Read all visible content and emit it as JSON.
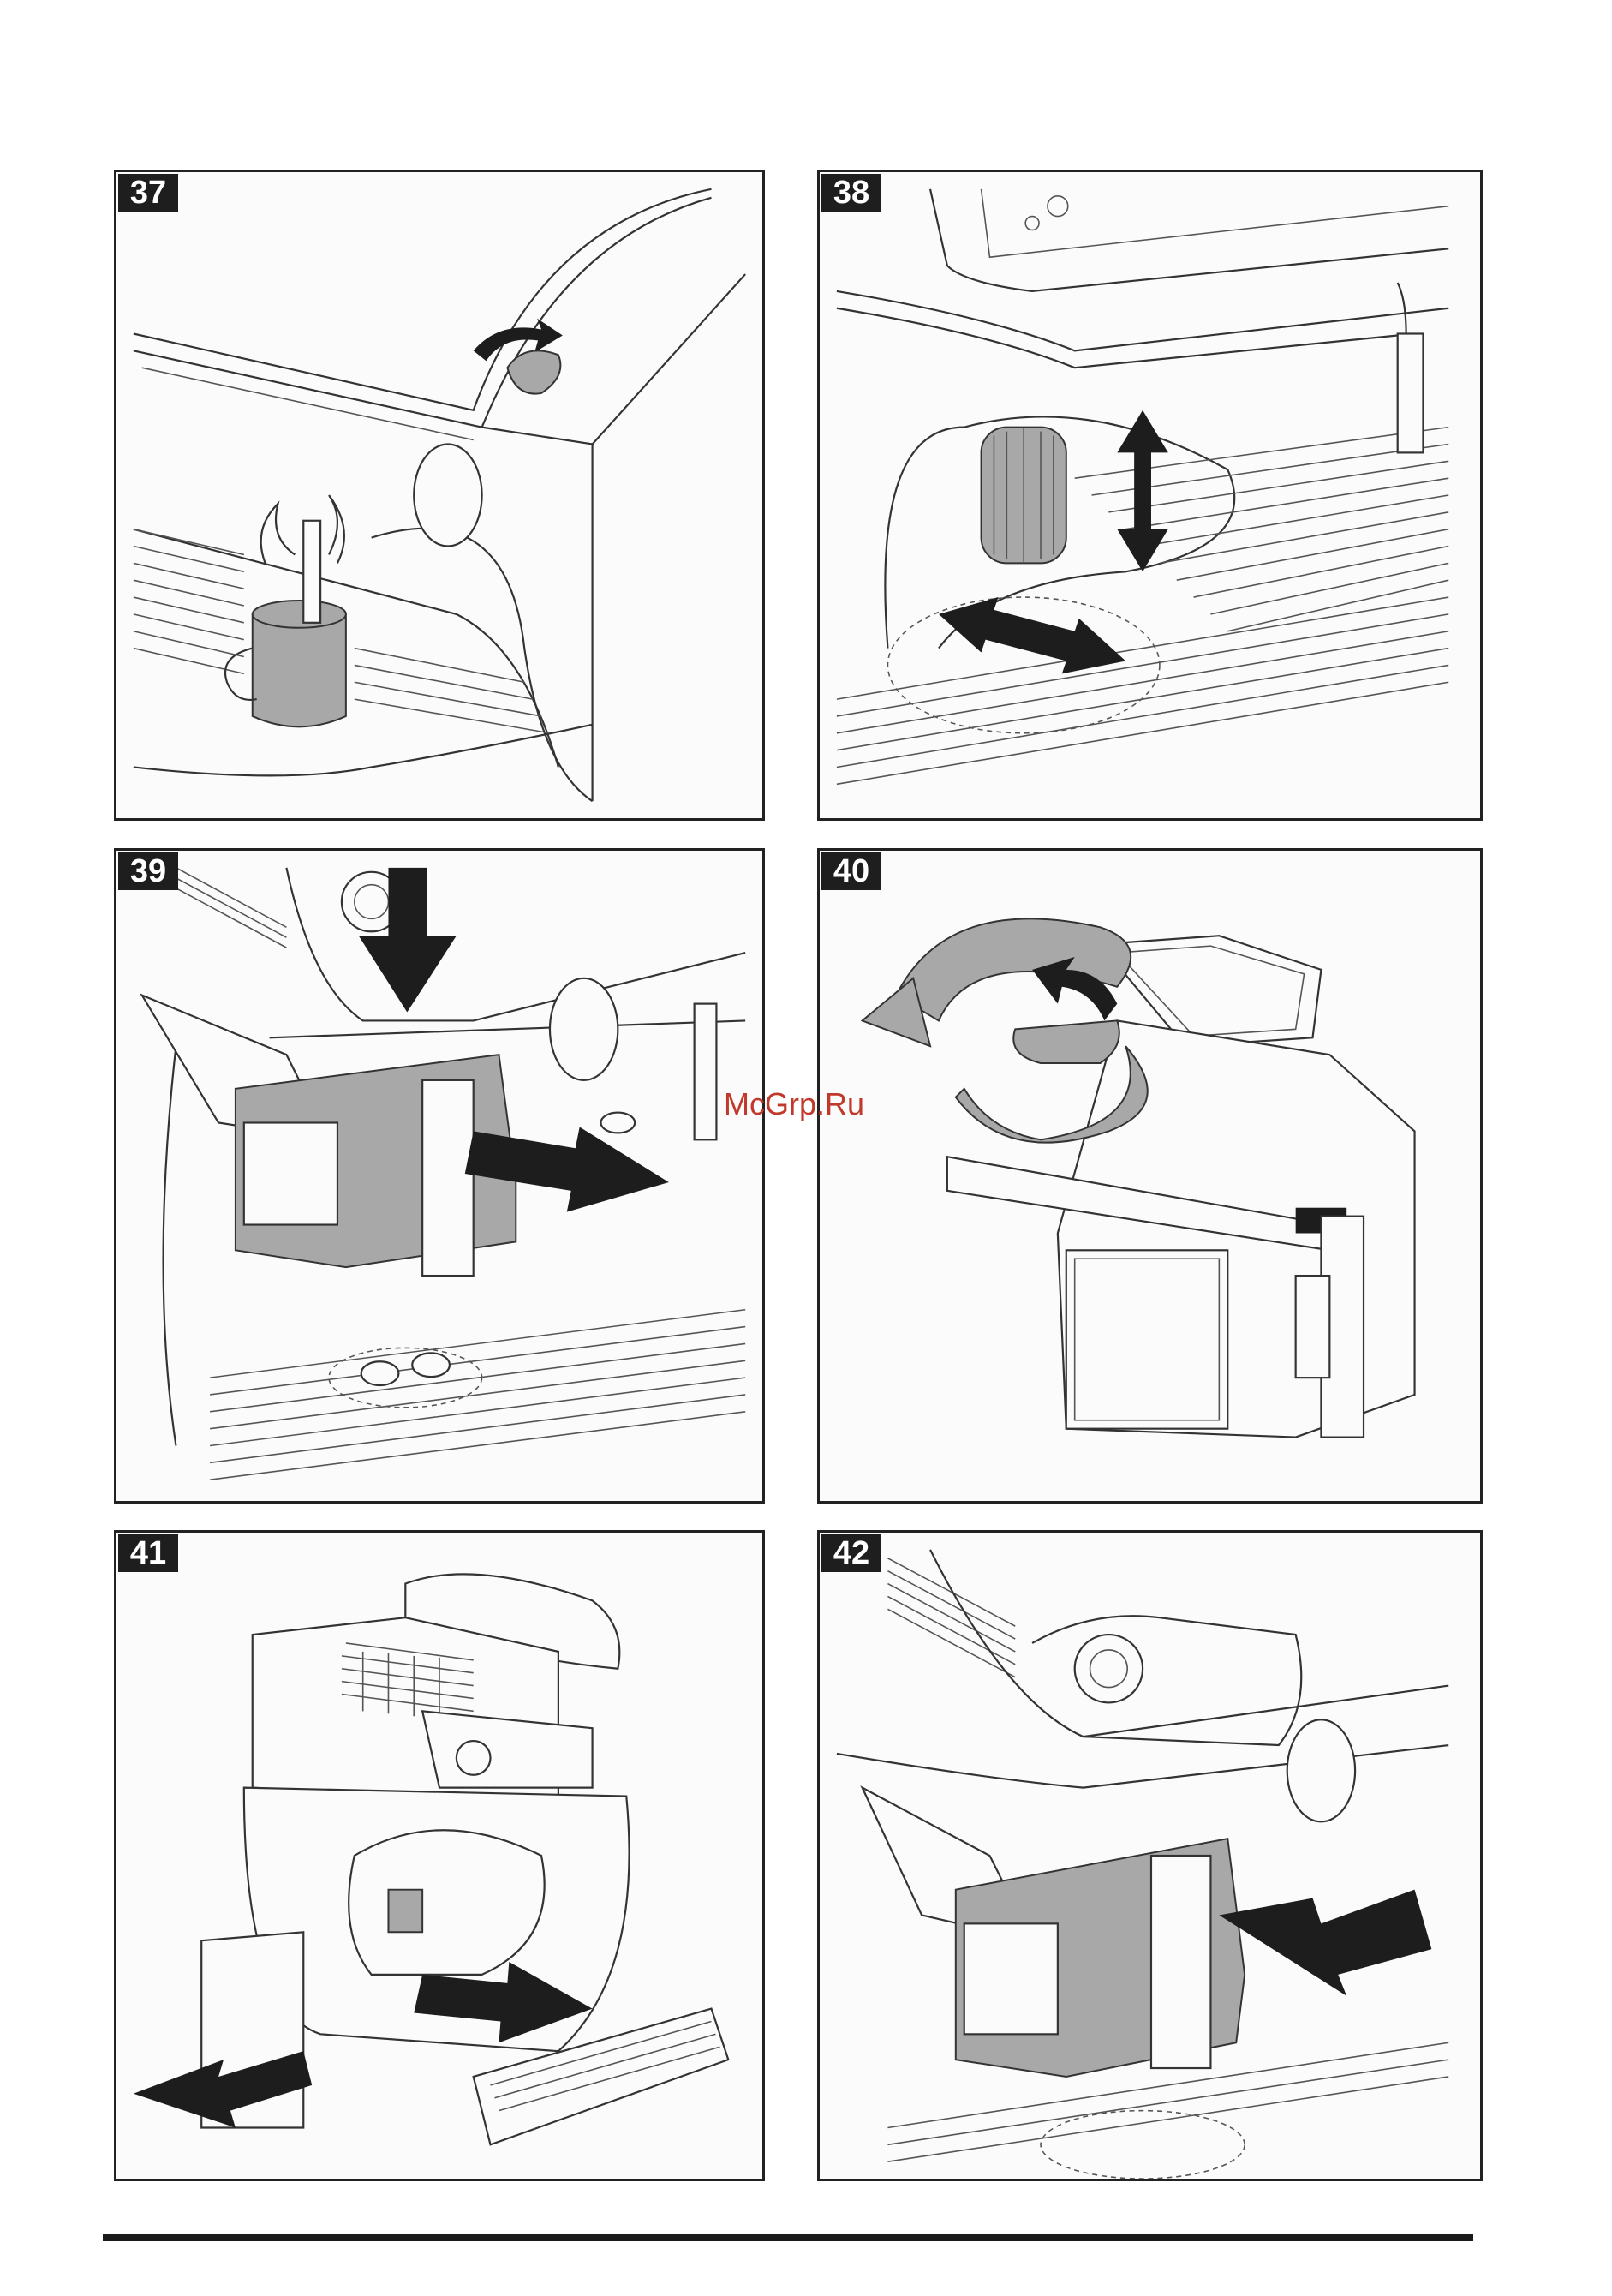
{
  "panels": [
    {
      "number": "37"
    },
    {
      "number": "38"
    },
    {
      "number": "39"
    },
    {
      "number": "40"
    },
    {
      "number": "41"
    },
    {
      "number": "42"
    }
  ],
  "watermark": "McGrp.Ru",
  "icons": {
    "rotate_arrow": "curved-arrow-icon",
    "move_arrow": "straight-arrow-icon"
  }
}
